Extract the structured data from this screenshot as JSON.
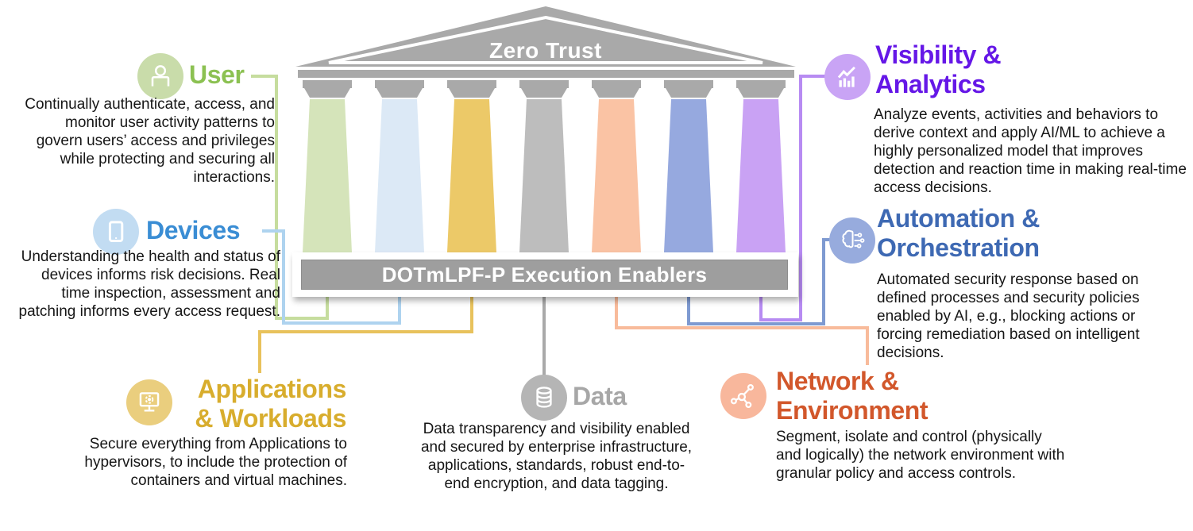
{
  "temple": {
    "pediment_label": "Zero Trust",
    "base_label": "DOTmLPF-P Execution Enablers",
    "structure_color": "#a9a9a9",
    "base_bar_color": "#9e9e9e",
    "pillars": [
      {
        "name": "user",
        "color": "#d5e4ba"
      },
      {
        "name": "devices",
        "color": "#dce9f6"
      },
      {
        "name": "applications-workloads",
        "color": "#ecc968"
      },
      {
        "name": "data",
        "color": "#bdbdbd"
      },
      {
        "name": "network-environment",
        "color": "#fac3a4"
      },
      {
        "name": "automation-orchestration",
        "color": "#96a9df"
      },
      {
        "name": "visibility-analytics",
        "color": "#c9a2f4"
      }
    ]
  },
  "sections": {
    "user": {
      "title_lines": [
        "User"
      ],
      "title_color": "#8cc152",
      "icon": "person-icon",
      "icon_bg": "#c9dcaa",
      "connector_color": "#c6dd9e",
      "description": "Continually authenticate, access, and monitor user activity patterns to govern users’ access and privileges while protecting and securing all interactions."
    },
    "devices": {
      "title_lines": [
        "Devices"
      ],
      "title_color": "#3a8dd4",
      "icon": "tablet-icon",
      "icon_bg": "#c2dcf2",
      "connector_color": "#aed3ef",
      "description": "Understanding the health and status of devices informs risk decisions. Real time inspection, assessment and patching informs every access request."
    },
    "applications": {
      "title_lines": [
        "Applications",
        "& Workloads"
      ],
      "title_color": "#d8ad2d",
      "icon": "monitor-gear-icon",
      "icon_bg": "#eace7e",
      "connector_color": "#e8c25c",
      "description": "Secure everything from Applications to hypervisors, to include the protection of containers and virtual machines."
    },
    "data": {
      "title_lines": [
        "Data"
      ],
      "title_color": "#a7a7a7",
      "icon": "database-icon",
      "icon_bg": "#b5b5b5",
      "connector_color": "#a9a9a9",
      "description": "Data transparency and visibility enabled and secured by enterprise infrastructure, applications, standards, robust end-to-end encryption, and data tagging."
    },
    "network": {
      "title_lines": [
        "Network &",
        "Environment"
      ],
      "title_color": "#d2572b",
      "icon": "network-nodes-icon",
      "icon_bg": "#f8b79c",
      "connector_color": "#f8bb9b",
      "description": "Segment, isolate and control (physically and logically) the network environment with granular policy and access controls."
    },
    "automation": {
      "title_lines": [
        "Automation &",
        "Orchestration"
      ],
      "title_color": "#3e69b3",
      "icon": "brain-circuit-icon",
      "icon_bg": "#97abdd",
      "connector_color": "#7e9ad1",
      "description": "Automated security response based on defined processes and security policies enabled by AI, e.g., blocking actions or forcing remediation based on intelligent decisions."
    },
    "visibility": {
      "title_lines": [
        "Visibility &",
        "Analytics"
      ],
      "title_color": "#6517e7",
      "icon": "chart-icon",
      "icon_bg": "#c9a4f5",
      "connector_color": "#b78bf2",
      "description": "Analyze events, activities and behaviors to derive context and apply AI/ML to achieve a highly personalized model that improves detection and reaction time in making real-time access decisions."
    }
  }
}
